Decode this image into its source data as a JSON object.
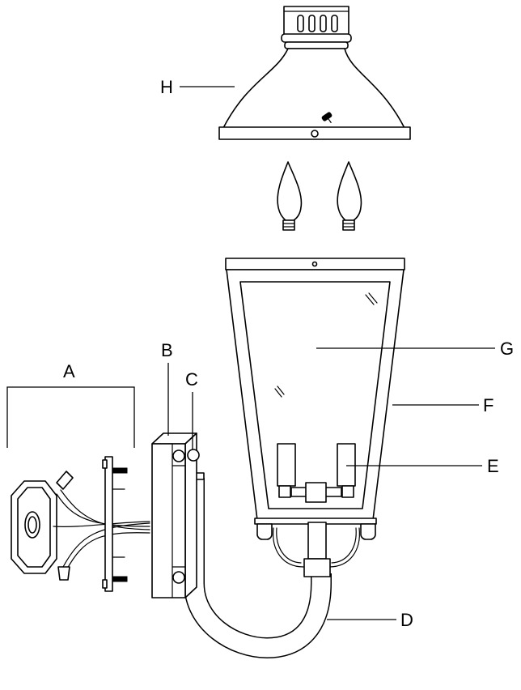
{
  "callouts": {
    "A": "A",
    "B": "B",
    "C": "C",
    "D": "D",
    "E": "E",
    "F": "F",
    "G": "G",
    "H": "H"
  },
  "colors": {
    "line": "#000000",
    "background": "#ffffff"
  }
}
